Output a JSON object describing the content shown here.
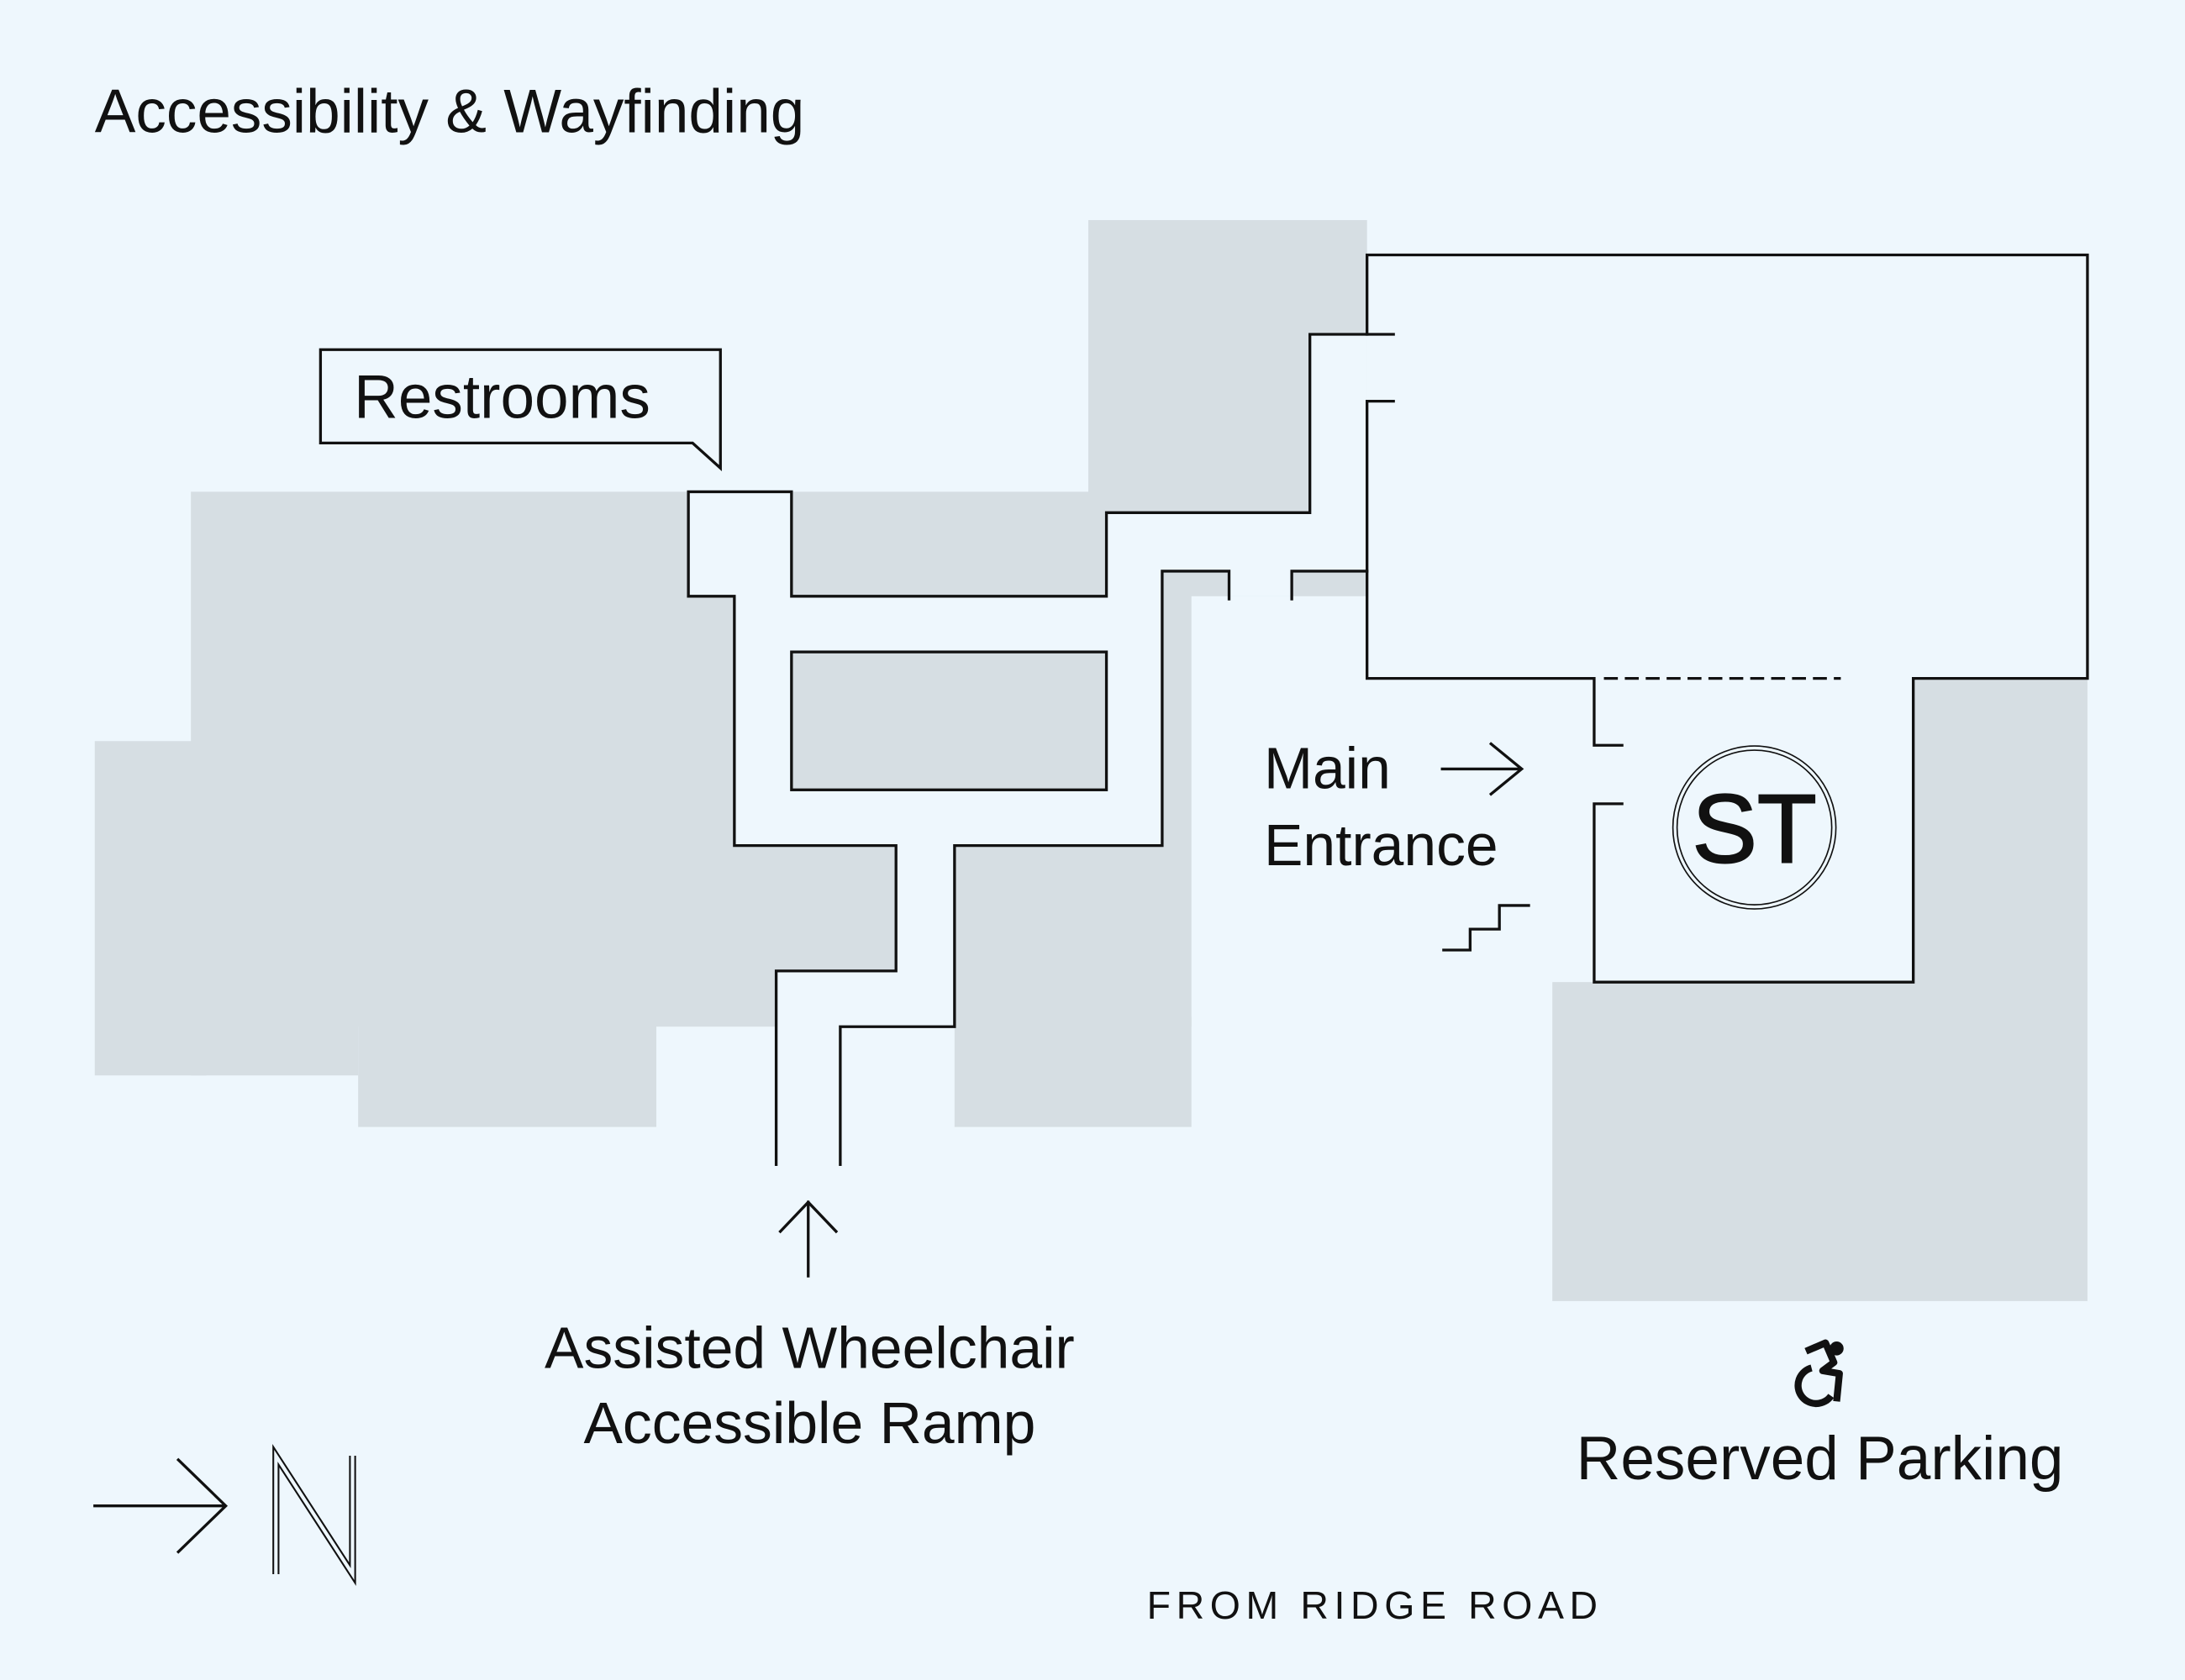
{
  "title": "Accessibility & Wayfinding",
  "labels": {
    "restrooms": "Restrooms",
    "main_entrance_line1": "Main",
    "main_entrance_line2": "Entrance",
    "ramp_line1": "Assisted Wheelchair",
    "ramp_line2": "Accessible Ramp",
    "reserved_parking": "Reserved Parking",
    "from_road": "FROM RIDGE ROAD",
    "stairs_symbol": "ST",
    "north": "N"
  },
  "colors": {
    "background": "#eef7fd",
    "building_fill": "#d6dee3",
    "line": "#111111"
  },
  "icons": [
    "arrow-right-icon",
    "arrow-up-icon",
    "stairs-icon",
    "wheelchair-icon",
    "north-arrow-icon"
  ]
}
